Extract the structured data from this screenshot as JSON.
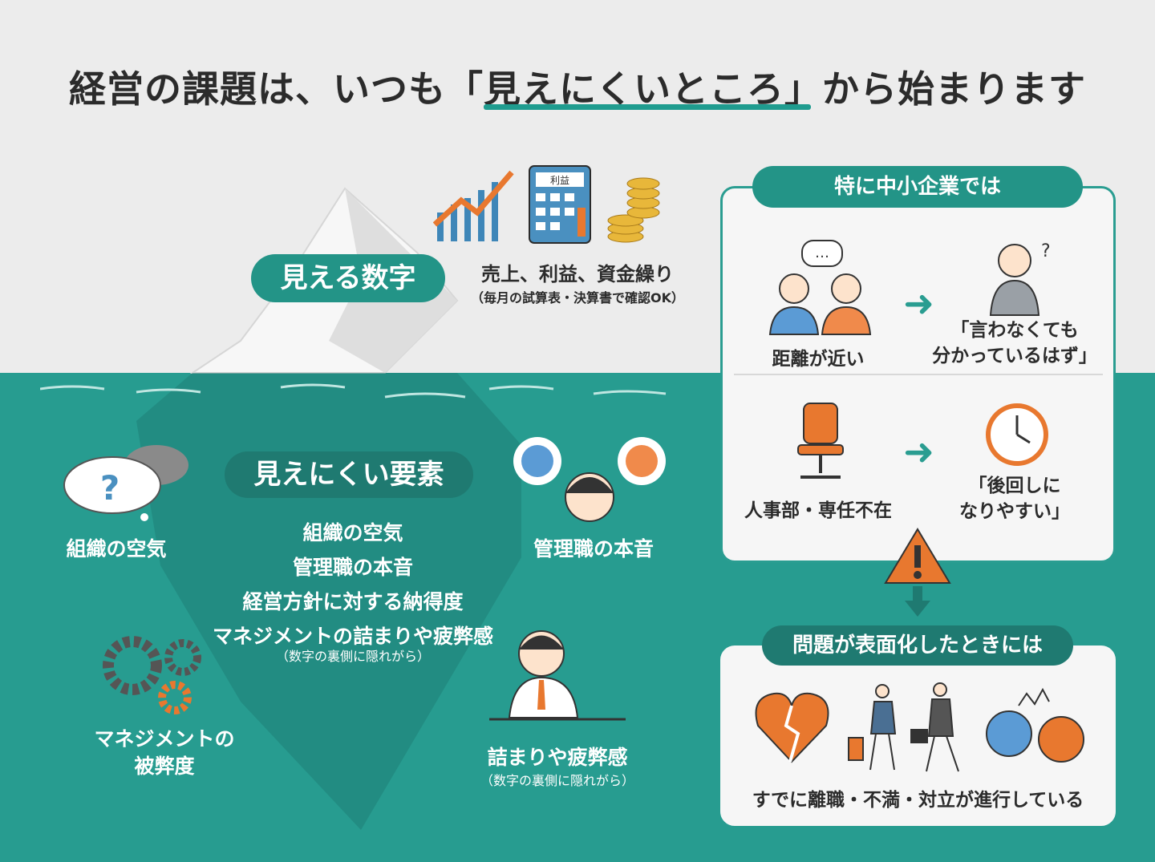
{
  "title": {
    "prefix": "経営の課題は、いつも",
    "highlight": "「見えにくいところ」",
    "suffix": "から始まります"
  },
  "visible": {
    "label": "見える数字",
    "items": "売上、利益、資金繰り",
    "note": "（毎月の試算表・決算書で確認OK）",
    "calculator_label": "利益"
  },
  "hidden": {
    "label": "見えにくい要素",
    "list": [
      "組織の空気",
      "管理職の本音",
      "経営方針に対する納得度",
      "マネジメントの詰まりや疲弊感"
    ],
    "note": "（数字の裏側に隠れがら）",
    "icons": {
      "air": "組織の空気",
      "managers": "管理職の本音",
      "fatigue_line1": "マネジメントの",
      "fatigue_line2": "被弊度",
      "stuck": "詰まりや疲弊感",
      "stuck_note": "（数字の裏側に隠れがら）"
    }
  },
  "sme": {
    "heading": "特に中小企業では",
    "distance": "距離が近い",
    "assume_line1": "「言わなくても",
    "assume_line2": "分かっているはず」",
    "no_hr": "人事部・専任不在",
    "postpone_line1": "「後回しに",
    "postpone_line2": "なりやすい」"
  },
  "surface": {
    "heading": "問題が表面化したときには",
    "result": "すでに離職・不満・対立が進行している"
  },
  "colors": {
    "teal": "#279c90",
    "orange": "#e8782f",
    "bg": "#ececec"
  }
}
